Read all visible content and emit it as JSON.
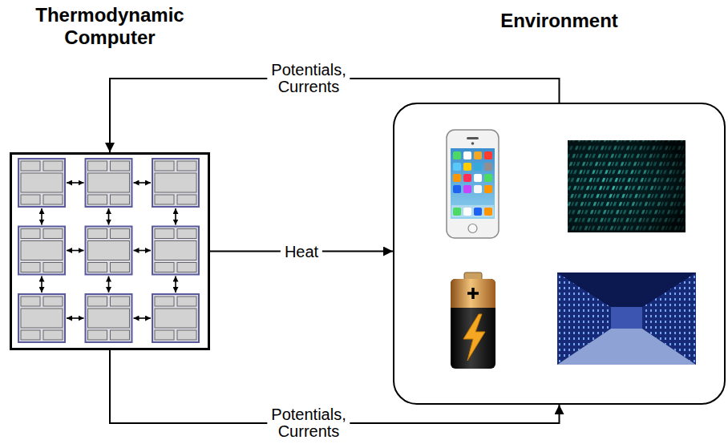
{
  "diagram": {
    "nodes": [
      {
        "text": [
          "Thermodynamic Computer"
        ]
      },
      {
        "text": [
          "Environment"
        ]
      }
    ],
    "edges": [
      {
        "from": 1,
        "to": 0,
        "arrow": "to",
        "label": "Potentials, Currents"
      },
      {
        "from": 0,
        "to": 1,
        "arrow": "to",
        "label": "Heat"
      },
      {
        "from": 0,
        "to": 1,
        "arrow": "to",
        "label": "Potentials, Currents"
      }
    ]
  }
}
